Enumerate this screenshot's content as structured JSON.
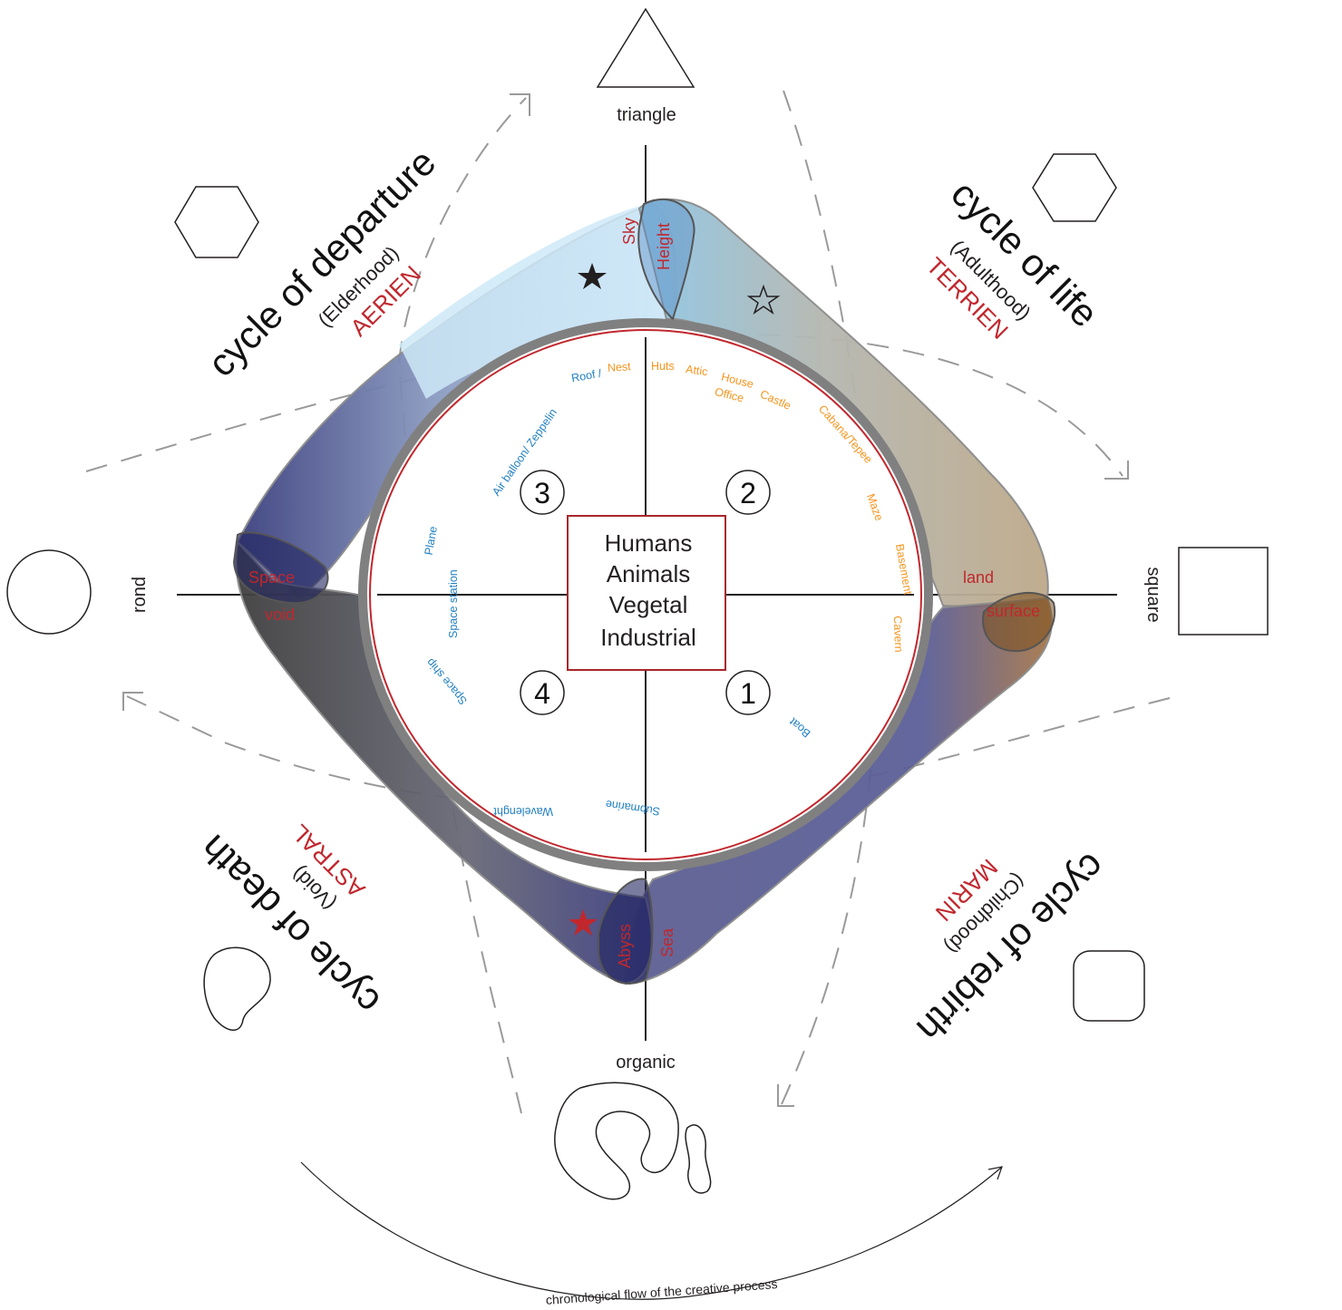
{
  "axes": {
    "top": "triangle",
    "left": "rond",
    "right": "square",
    "bottom": "organic"
  },
  "cycles": {
    "departure": {
      "title": "cycle of departure",
      "subtitle": "(Elderhood)",
      "element": "AERIEN"
    },
    "life": {
      "title": "cycle of life",
      "subtitle": "(Adulthood)",
      "element": "TERRIEN"
    },
    "death": {
      "title": "cycle of death",
      "subtitle": "(Void)",
      "element": "ASTRAL"
    },
    "rebirth": {
      "title": "cycle of rebirth",
      "subtitle": "(Childhood)",
      "element": "MARIN"
    }
  },
  "zones": {
    "sky": "Sky",
    "height": "Height",
    "space": "Space",
    "void": "void",
    "land": "land",
    "surface": "surface",
    "abyss": "Abyss",
    "sea": "Sea"
  },
  "habitats": {
    "roof": "Roof /",
    "nest": "Nest",
    "huts": "Huts",
    "attic": "Attic",
    "house": "House",
    "office": "Office",
    "castle": "Castle",
    "cabana": "Cabana/Tepee",
    "maze": "Maze",
    "basement": "Basement",
    "cavern": "Cavern",
    "boat": "Boat",
    "submarine": "Submarine",
    "wavelenght": "Wavelenght",
    "space_ship": "Space ship",
    "space_station": "Space station",
    "plane": "Plane",
    "air_balloon": "Air balloon/ Zeppelin"
  },
  "quadrants": [
    "1",
    "2",
    "3",
    "4"
  ],
  "center": [
    "Humans",
    "Animals",
    "Vegetal",
    "Industrial"
  ],
  "flow_label": "chronological flow of the creative process",
  "colors": {
    "accent_red": "#c1272d",
    "blue_text": "#1f7fc0",
    "orange_text": "#f7941d",
    "ring_gray": "#808080",
    "sky_blue": "#cde8f7",
    "navy": "#3a3d7a",
    "earth": "#bfa98a",
    "charcoal": "#3f3f3f"
  },
  "icons": {
    "star_filled": "black-star-icon",
    "star_outline": "outline-star-icon",
    "star_red": "red-star-icon"
  }
}
